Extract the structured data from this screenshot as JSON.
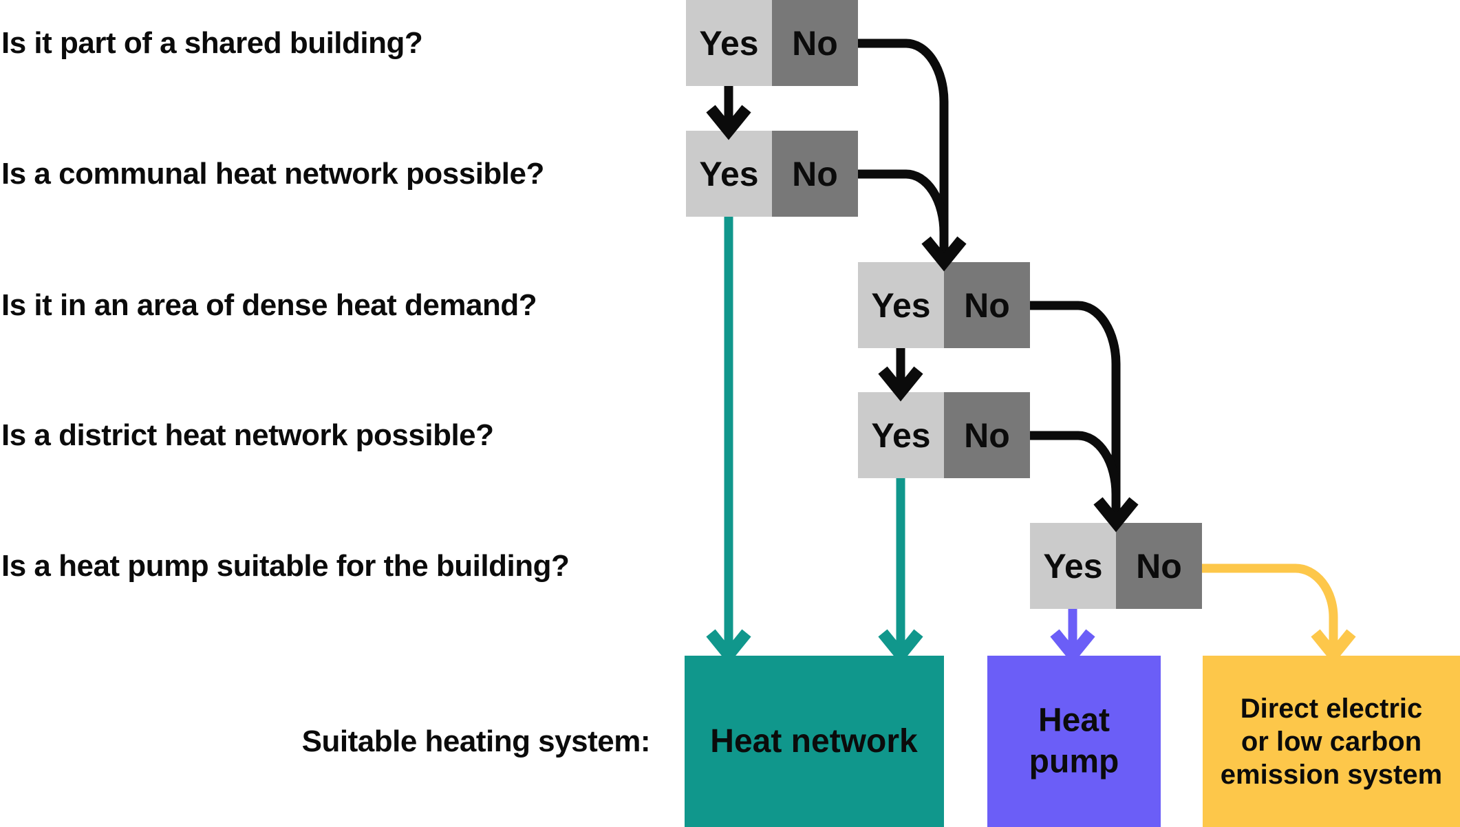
{
  "questions": [
    "Is it part of a shared building?",
    "Is a communal heat network possible?",
    "Is it in an area of dense heat demand?",
    "Is a district heat network possible?",
    "Is a heat pump suitable for the building?"
  ],
  "footer_label": "Suitable heating system:",
  "choice": {
    "yes": "Yes",
    "no": "No"
  },
  "outcomes": {
    "heat_network": {
      "label": "Heat network"
    },
    "heat_pump": {
      "lines": [
        "Heat",
        "pump"
      ]
    },
    "direct_electric": {
      "lines": [
        "Direct electric",
        "or low carbon",
        "emission system"
      ]
    }
  },
  "colors": {
    "teal": "#10978C",
    "purple": "#6B5EF7",
    "yellow": "#FDC74A",
    "light_gray": "#CBCBCB",
    "dark_gray": "#787878",
    "line_black": "#0b0b0b"
  }
}
